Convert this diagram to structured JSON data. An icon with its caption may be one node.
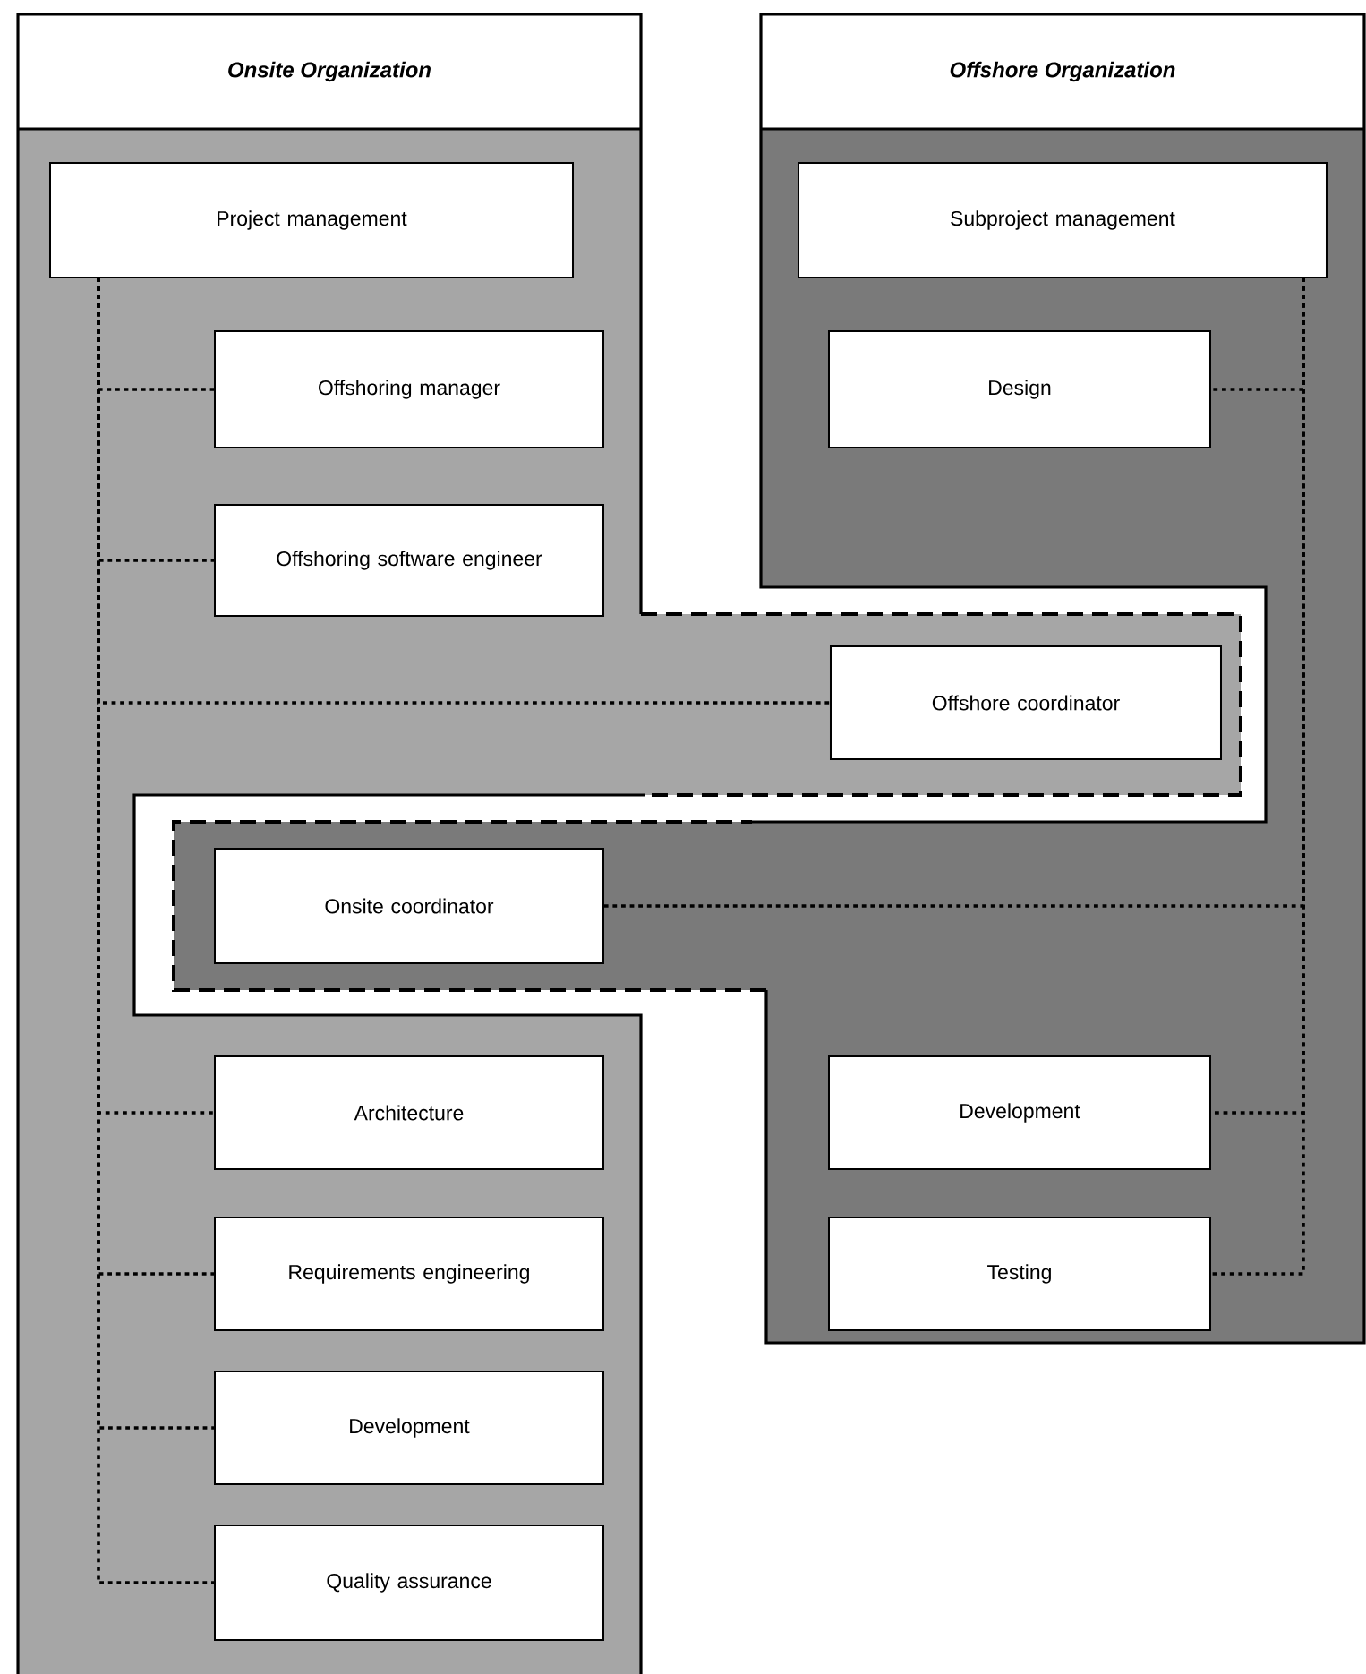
{
  "diagram": {
    "nodes": [
      {
        "text": [
          "Onsite Organization"
        ]
      },
      {
        "text": [
          "Offshore Organization"
        ]
      },
      {
        "text": [
          "Project management"
        ],
        "in": 0
      },
      {
        "text": [
          "Offshoring manager"
        ],
        "in": 0
      },
      {
        "text": [
          "Offshoring software engineer"
        ],
        "in": 0
      },
      {
        "text": [
          "Offshore coordinator"
        ],
        "in": 0
      },
      {
        "text": [
          "Onsite coordinator"
        ],
        "in": 1
      },
      {
        "text": [
          "Architecture"
        ],
        "in": 0
      },
      {
        "text": [
          "Requirements engineering"
        ],
        "in": 0
      },
      {
        "text": [
          "Development"
        ],
        "in": 0
      },
      {
        "text": [
          "Quality assurance"
        ],
        "in": 0
      },
      {
        "text": [
          "Subproject management"
        ],
        "in": 1
      },
      {
        "text": [
          "Design"
        ],
        "in": 1
      },
      {
        "text": [
          "Development"
        ],
        "in": 1
      },
      {
        "text": [
          "Testing"
        ],
        "in": 1
      }
    ],
    "edges": [
      {
        "from": 2,
        "to": 3,
        "arrow": "none"
      },
      {
        "from": 2,
        "to": 4,
        "arrow": "none"
      },
      {
        "from": 2,
        "to": 5,
        "arrow": "none"
      },
      {
        "from": 2,
        "to": 7,
        "arrow": "none"
      },
      {
        "from": 2,
        "to": 8,
        "arrow": "none"
      },
      {
        "from": 2,
        "to": 9,
        "arrow": "none"
      },
      {
        "from": 2,
        "to": 10,
        "arrow": "none"
      },
      {
        "from": 11,
        "to": 12,
        "arrow": "none"
      },
      {
        "from": 11,
        "to": 6,
        "arrow": "none"
      },
      {
        "from": 11,
        "to": 13,
        "arrow": "none"
      },
      {
        "from": 11,
        "to": 14,
        "arrow": "none"
      }
    ]
  }
}
